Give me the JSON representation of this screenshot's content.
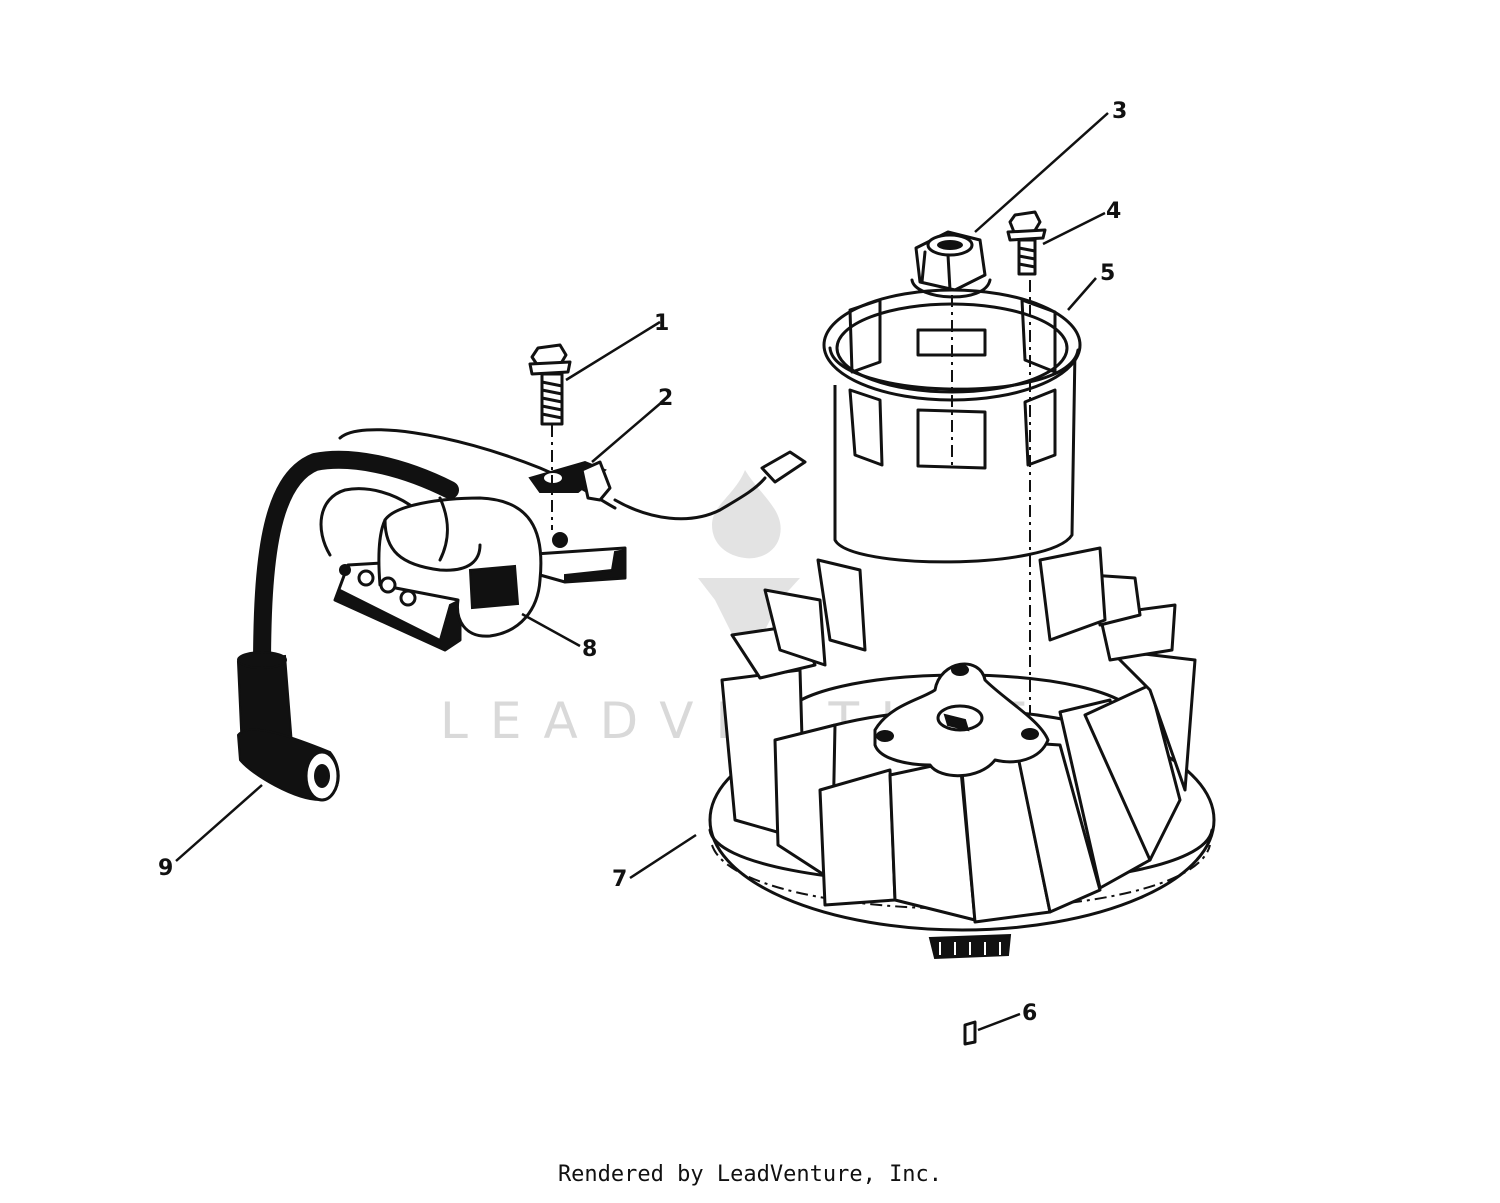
{
  "diagram": {
    "callouts": [
      {
        "id": "1",
        "label": "1"
      },
      {
        "id": "2",
        "label": "2"
      },
      {
        "id": "3",
        "label": "3"
      },
      {
        "id": "4",
        "label": "4"
      },
      {
        "id": "5",
        "label": "5"
      },
      {
        "id": "6",
        "label": "6"
      },
      {
        "id": "7",
        "label": "7"
      },
      {
        "id": "8",
        "label": "8"
      },
      {
        "id": "9",
        "label": "9"
      }
    ],
    "watermark": "LEADVENTURE"
  },
  "footer": {
    "text": "Rendered by LeadVenture, Inc."
  }
}
